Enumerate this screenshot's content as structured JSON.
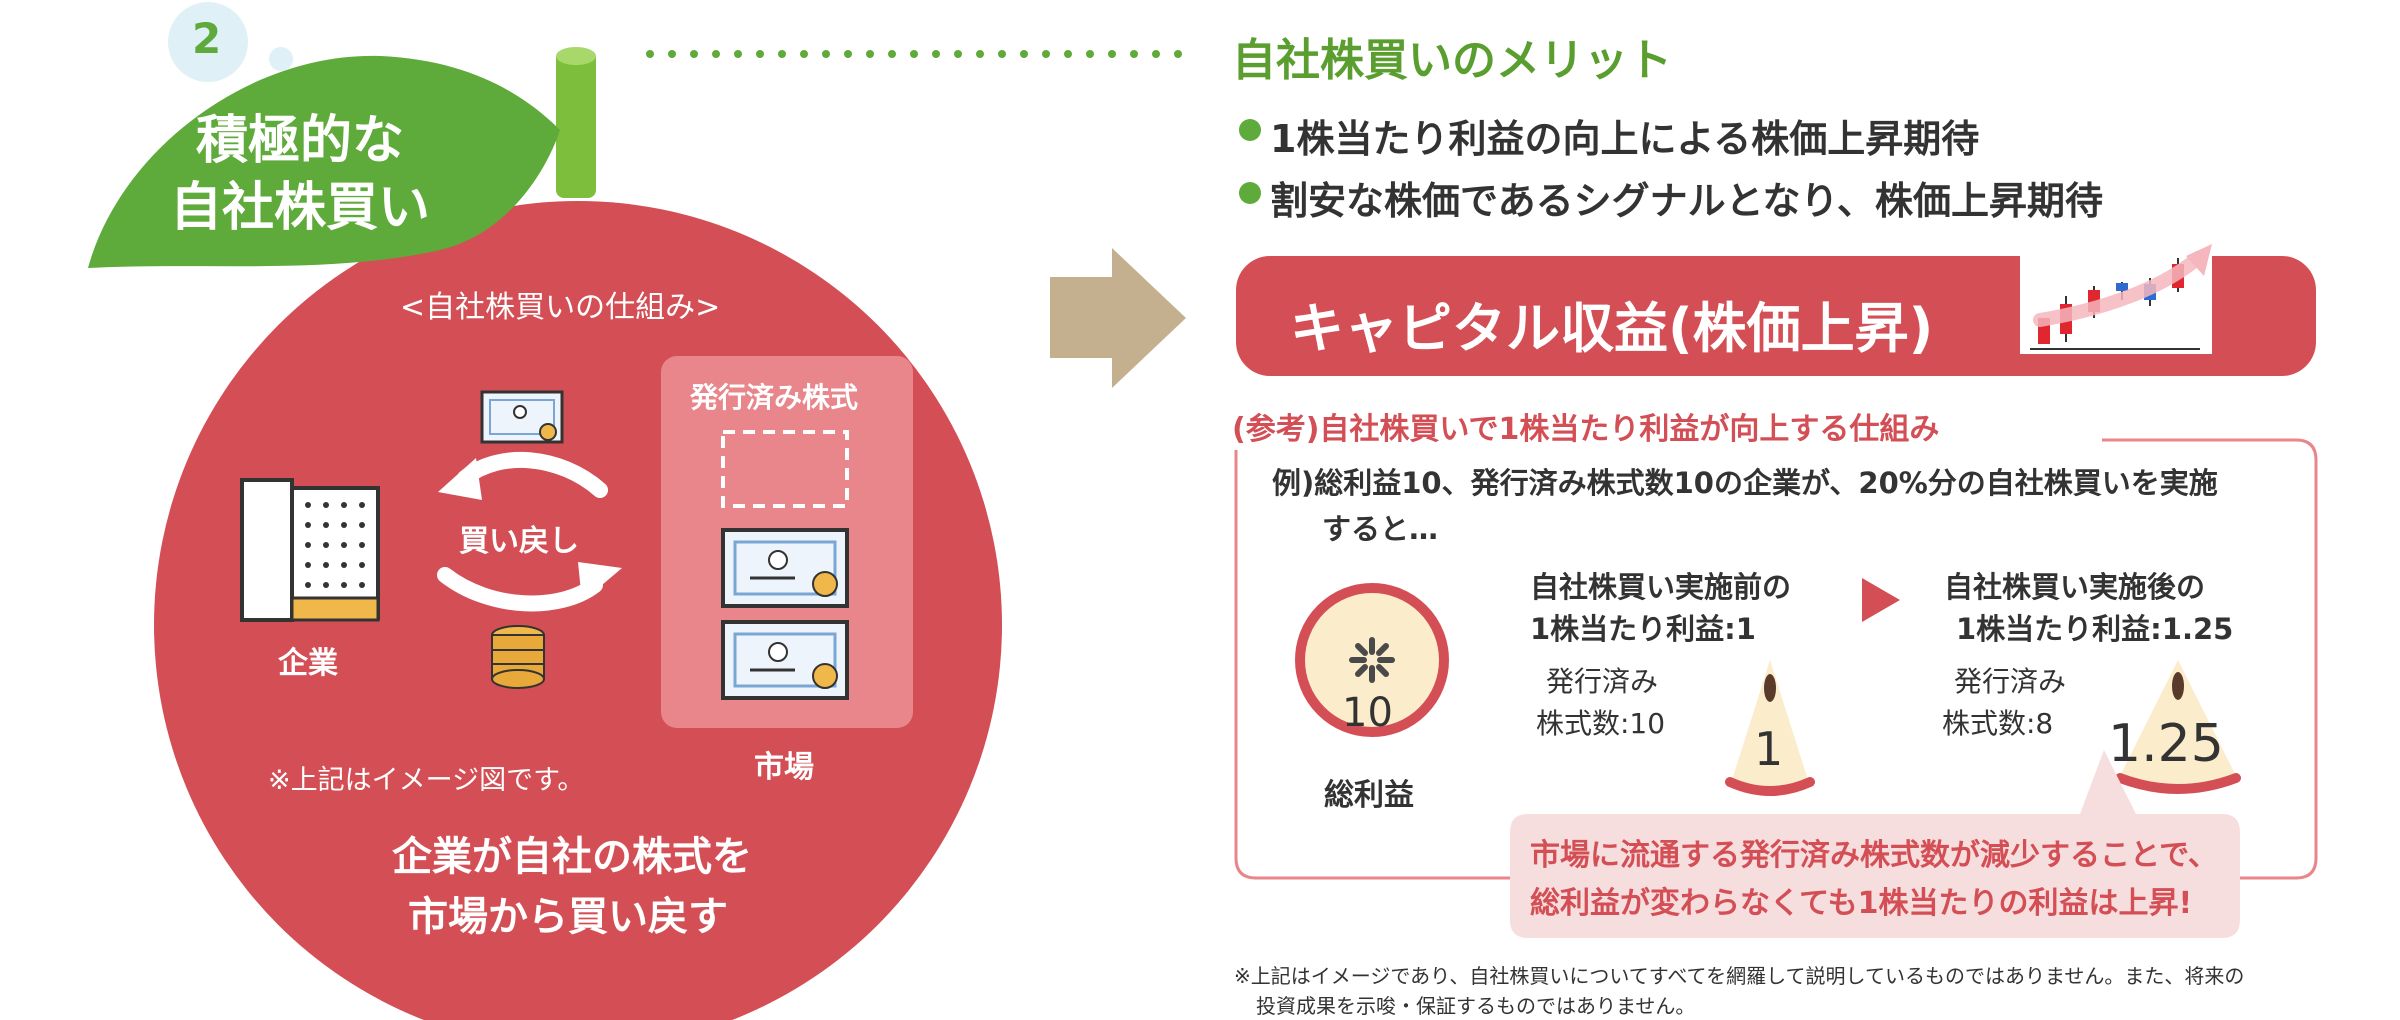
{
  "colors": {
    "apple_red": "#d44f55",
    "leaf_green": "#5eaa3a",
    "headline_green": "#5a9e2f",
    "arrow_tan": "#c4b08f",
    "callout_pink": "#f7dede",
    "light_red": "#e8868b"
  },
  "leaf": {
    "number": "2",
    "title_line1": "積極的な",
    "title_line2": "自社株買い"
  },
  "apple": {
    "subtitle": "<自社株買いの仕組み>",
    "company_label": "企業",
    "market_box_title": "発行済み株式",
    "buyback_label": "買い戻し",
    "market_label": "市場",
    "image_note": "※上記はイメージ図です。",
    "caption_line1": "企業が自社の株式を",
    "caption_line2": "市場から買い戻す"
  },
  "merits": {
    "heading": "自社株買いのメリット",
    "items": [
      "1株当たり利益の向上による株価上昇期待",
      "割安な株価であるシグナルとなり、株価上昇期待"
    ]
  },
  "banner": {
    "label": "キャピタル収益(株価上昇)",
    "icon": "rising-candlestick-chart-icon"
  },
  "reference": {
    "title": "(参考)自社株買いで1株当たり利益が向上する仕組み",
    "example_line1": "例)総利益10、発行済み株式数10の企業が、20%分の自社株買いを実施",
    "example_line2": "すると…",
    "total_value": "10",
    "total_label": "総利益",
    "before_title1": "自社株買い実施前の",
    "before_title2": "1株当たり利益:1",
    "before_shares1": "発行済み",
    "before_shares2": "株式数:10",
    "before_slice": "1",
    "after_title1": "自社株買い実施後の",
    "after_title2": "1株当たり利益:1.25",
    "after_shares1": "発行済み",
    "after_shares2": "株式数:8",
    "after_slice": "1.25",
    "callout_line1": "市場に流通する発行済み株式数が減少することで、",
    "callout_line2": "総利益が変わらなくても1株当たりの利益は上昇!"
  },
  "footnote": {
    "line1": "※上記はイメージであり、自社株買いについてすべてを網羅して説明しているものではありません。また、将来の",
    "line2": "投資成果を示唆・保証するものではありません。"
  }
}
